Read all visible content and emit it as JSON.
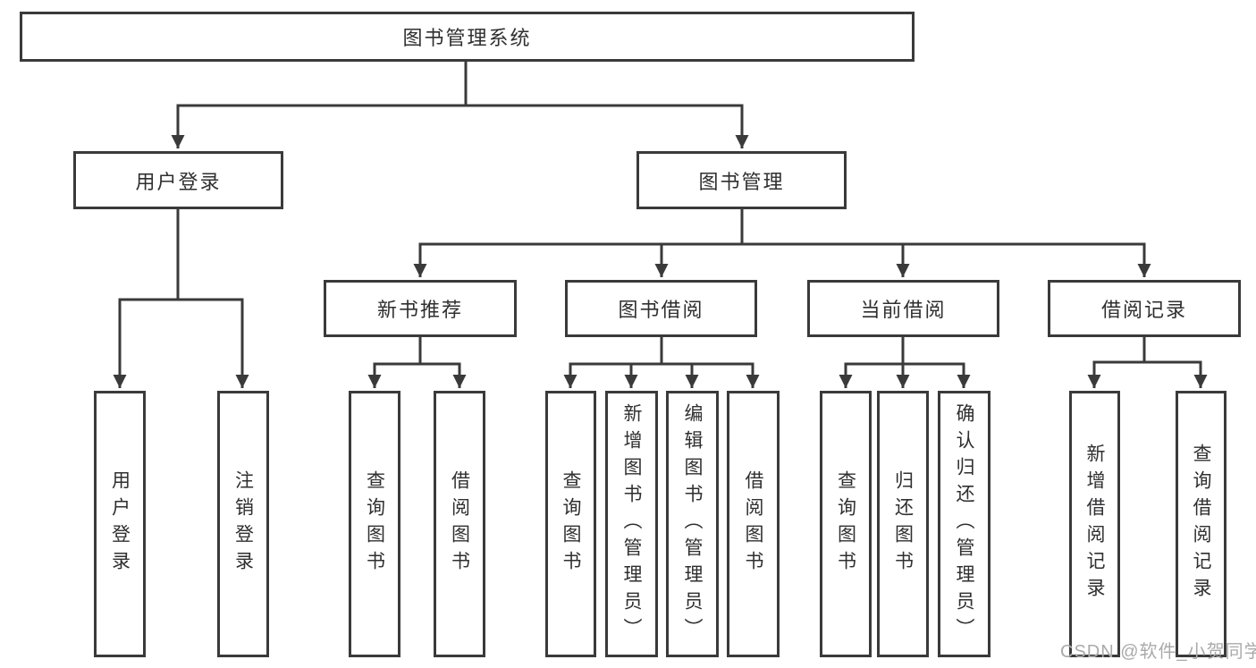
{
  "diagram": {
    "type": "hierarchy-tree",
    "nodes": {
      "root": {
        "label": "图书管理系统"
      },
      "user_login": {
        "label": "用户登录"
      },
      "book_mgmt": {
        "label": "图书管理"
      },
      "new_book_rec": {
        "label": "新书推荐"
      },
      "book_borrow": {
        "label": "图书借阅"
      },
      "current_borrow": {
        "label": "当前借阅"
      },
      "borrow_record": {
        "label": "借阅记录"
      },
      "leaves": {
        "user_login": {
          "label": "用户登录"
        },
        "logout": {
          "label": "注销登录"
        },
        "query_book_rec": {
          "label": "查询图书"
        },
        "borrow_book_rec": {
          "label": "借阅图书"
        },
        "query_book_borrow": {
          "label": "查询图书"
        },
        "add_book": {
          "label": "新增图书（管理员）"
        },
        "edit_book": {
          "label": "编辑图书（管理员）"
        },
        "borrow_book": {
          "label": "借阅图书"
        },
        "query_book_current": {
          "label": "查询图书"
        },
        "return_book": {
          "label": "归还图书"
        },
        "confirm_return": {
          "label": "确认归还（管理员）"
        },
        "add_record": {
          "label": "新增借阅记录"
        },
        "query_record": {
          "label": "查询借阅记录"
        }
      }
    },
    "structure": {
      "图书管理系统": {
        "用户登录": [
          "用户登录",
          "注销登录"
        ],
        "图书管理": {
          "新书推荐": [
            "查询图书",
            "借阅图书"
          ],
          "图书借阅": [
            "查询图书",
            "新增图书（管理员）",
            "编辑图书（管理员）",
            "借阅图书"
          ],
          "当前借阅": [
            "查询图书",
            "归还图书",
            "确认归还（管理员）"
          ],
          "借阅记录": [
            "新增借阅记录",
            "查询借阅记录"
          ]
        }
      }
    }
  },
  "watermark": {
    "text": "CSDN @软件_小贺同学"
  },
  "colors": {
    "line": "#3a3a3a",
    "text": "#2f2f31",
    "box-bg": "#ffffff",
    "background": "#ffffff",
    "watermark": "#aaaaaa"
  }
}
